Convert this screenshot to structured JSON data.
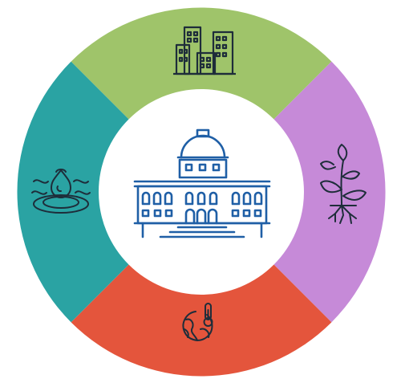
{
  "diagram": {
    "center": {
      "icon": "government-building-icon",
      "color": "#1f5fa6"
    },
    "segments": [
      {
        "id": "top",
        "icon": "city-buildings-icon",
        "color": "#9fc46a"
      },
      {
        "id": "right",
        "icon": "plant-with-roots-icon",
        "color": "#c68ad8"
      },
      {
        "id": "bottom",
        "icon": "globe-thermometer-icon",
        "color": "#e4553c"
      },
      {
        "id": "left",
        "icon": "water-drop-ripple-icon",
        "color": "#2aa3a3"
      }
    ],
    "icon_stroke": "#1e2d3a"
  }
}
